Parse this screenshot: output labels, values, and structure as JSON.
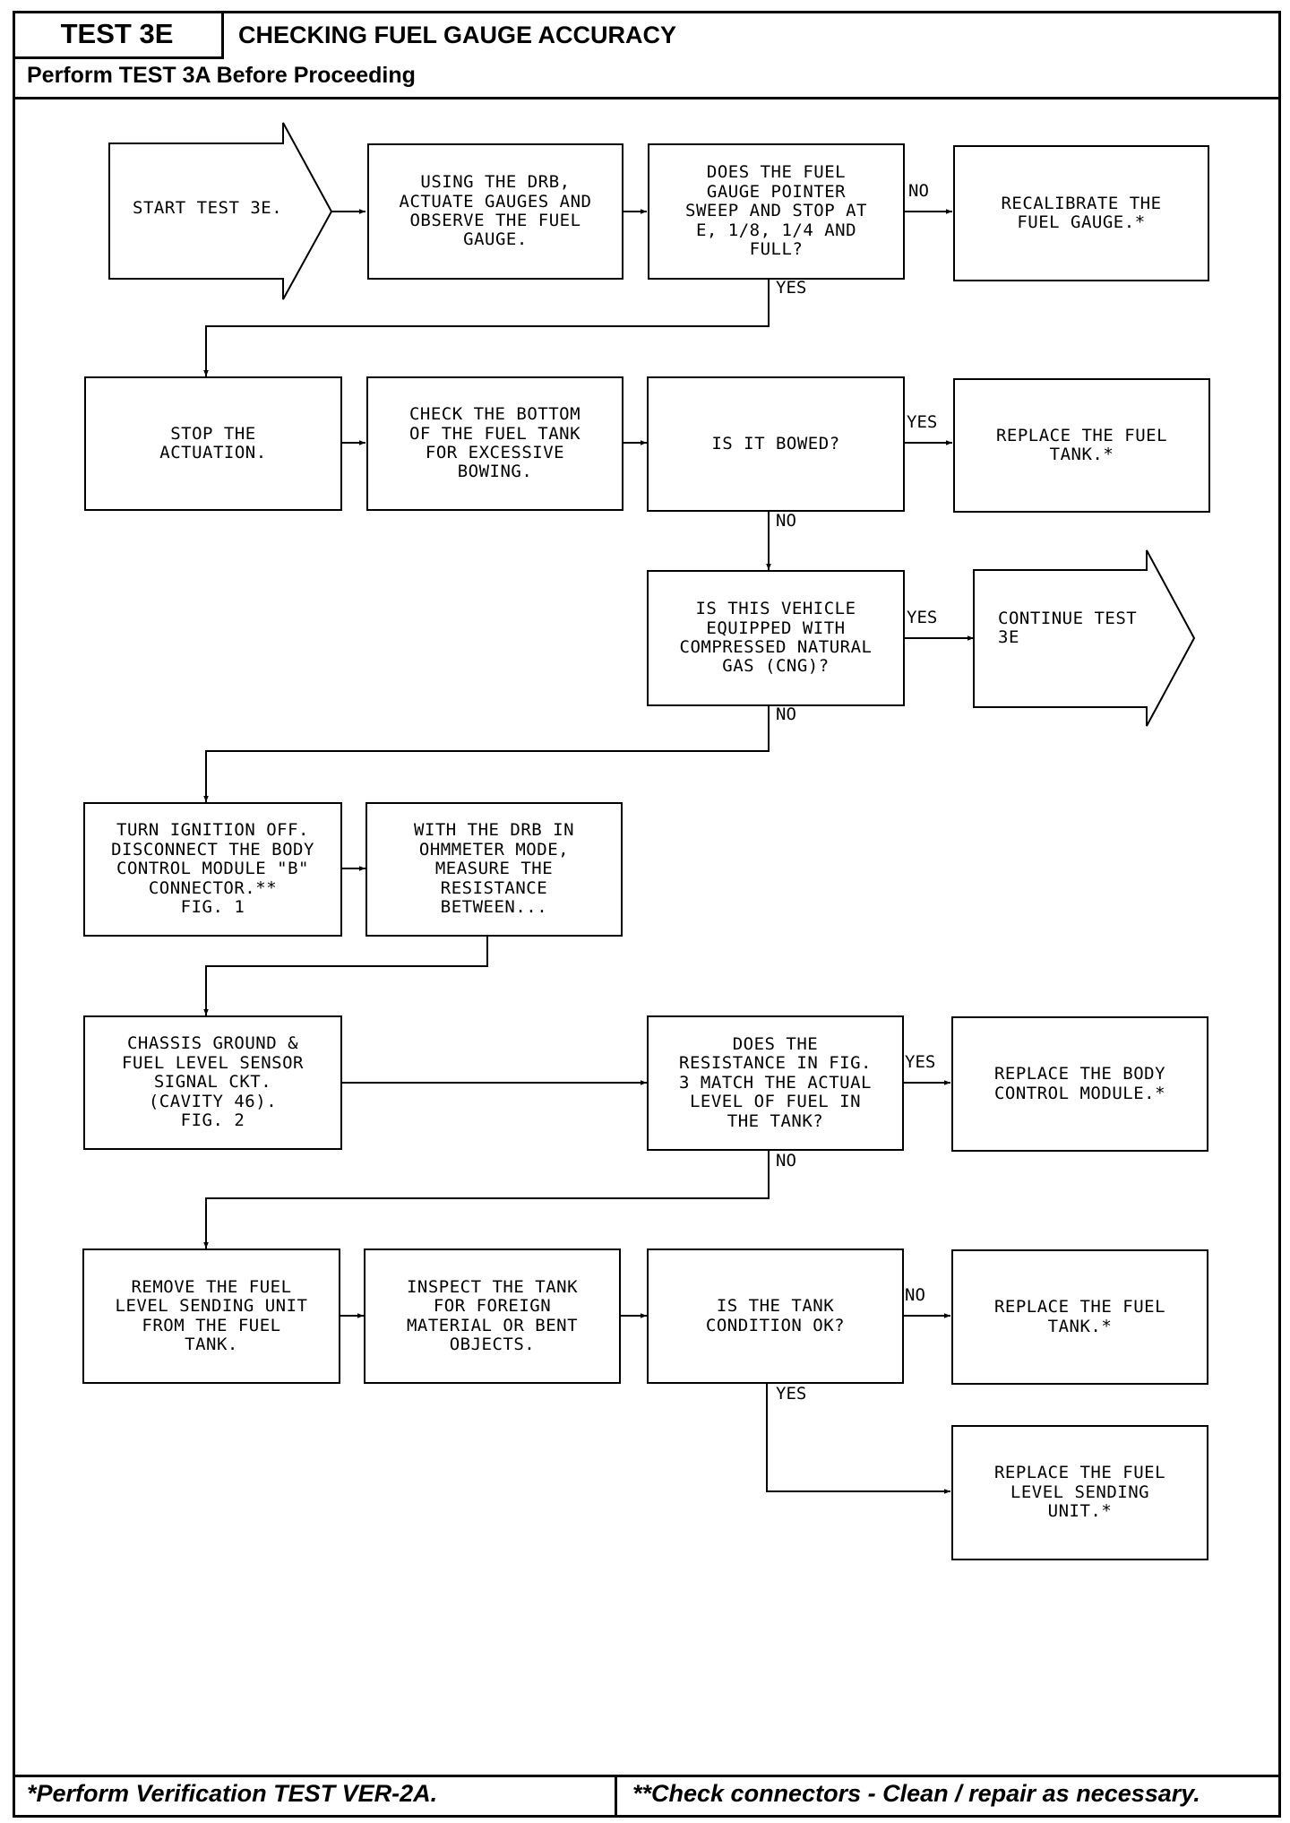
{
  "header": {
    "test_id": "TEST 3E",
    "title": "CHECKING FUEL GAUGE ACCURACY",
    "subtitle": "Perform TEST 3A Before Proceeding"
  },
  "footer": {
    "left": "*Perform Verification TEST VER-2A.",
    "right": "**Check connectors - Clean / repair as necessary."
  },
  "nodes": {
    "start": "START TEST 3E.",
    "actuate": "USING THE DRB,\nACTUATE GAUGES AND\nOBSERVE THE FUEL\nGAUGE.",
    "sweep_q": "DOES THE FUEL\nGAUGE POINTER\nSWEEP AND STOP AT\nE, 1/8, 1/4 AND\nFULL?",
    "recal": "RECALIBRATE THE\nFUEL GAUGE.*",
    "stop": "STOP THE\nACTUATION.",
    "check_bottom": "CHECK THE BOTTOM\nOF THE FUEL TANK\nFOR EXCESSIVE\nBOWING.",
    "bowed_q": "IS IT BOWED?",
    "replace_tank1": "REPLACE THE FUEL\nTANK.*",
    "cng_q": "IS THIS VEHICLE\nEQUIPPED WITH\nCOMPRESSED NATURAL\nGAS (CNG)?",
    "continue": "CONTINUE TEST\n3E",
    "ignition": "TURN IGNITION OFF.\nDISCONNECT THE BODY\nCONTROL MODULE \"B\"\nCONNECTOR.**\nFIG. 1",
    "ohm": "WITH THE DRB IN\nOHMMETER MODE,\nMEASURE THE\nRESISTANCE\nBETWEEN...",
    "chassis": "CHASSIS GROUND &\nFUEL LEVEL SENSOR\nSIGNAL CKT.\n(CAVITY 46).\nFIG. 2",
    "resist_q": "DOES THE\nRESISTANCE IN FIG.\n3 MATCH THE ACTUAL\nLEVEL OF FUEL IN\nTHE TANK?",
    "replace_bcm": "REPLACE THE BODY\nCONTROL MODULE.*",
    "remove_unit": "REMOVE THE FUEL\nLEVEL SENDING UNIT\nFROM THE FUEL\nTANK.",
    "inspect": "INSPECT THE TANK\nFOR FOREIGN\nMATERIAL OR BENT\nOBJECTS.",
    "tank_ok_q": "IS THE TANK\nCONDITION OK?",
    "replace_tank2": "REPLACE THE FUEL\nTANK.*",
    "replace_unit": "REPLACE THE FUEL\nLEVEL SENDING\nUNIT.*"
  },
  "labels": {
    "sweep_no": "NO",
    "sweep_yes": "YES",
    "bowed_yes": "YES",
    "bowed_no": "NO",
    "cng_yes": "YES",
    "cng_no": "NO",
    "resist_yes": "YES",
    "resist_no": "NO",
    "tank_no": "NO",
    "tank_yes": "YES"
  }
}
